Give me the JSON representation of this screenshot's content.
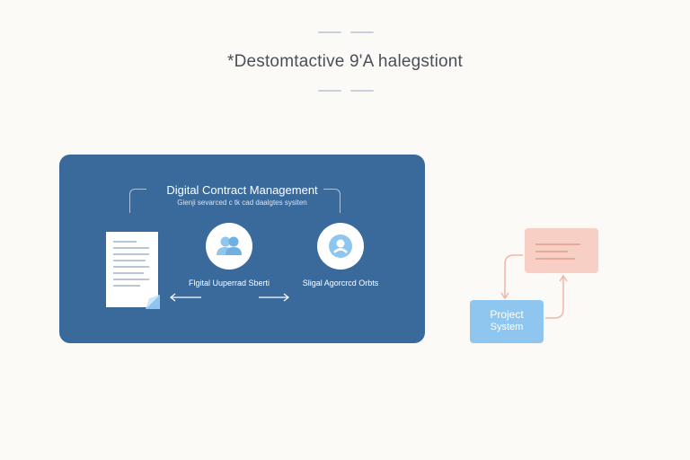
{
  "header": {
    "title": "*Destomtactive 9'A halegstiont"
  },
  "panel": {
    "title": "Digital Contract Management",
    "subtitle": "Gienji sevarced c tk cad daalgtes sysiten",
    "left_node_label": "Flgital Uuperrad Sberti",
    "right_node_label": "Sligal Agorcrcd Orbts"
  },
  "side": {
    "blue_card_line1": "Project",
    "blue_card_line2": "System"
  },
  "colors": {
    "panel": "#3a6a9c",
    "pink_card": "#f8cfc4",
    "blue_card": "#8ec6ef",
    "icon_blue": "#8ec6ef"
  }
}
